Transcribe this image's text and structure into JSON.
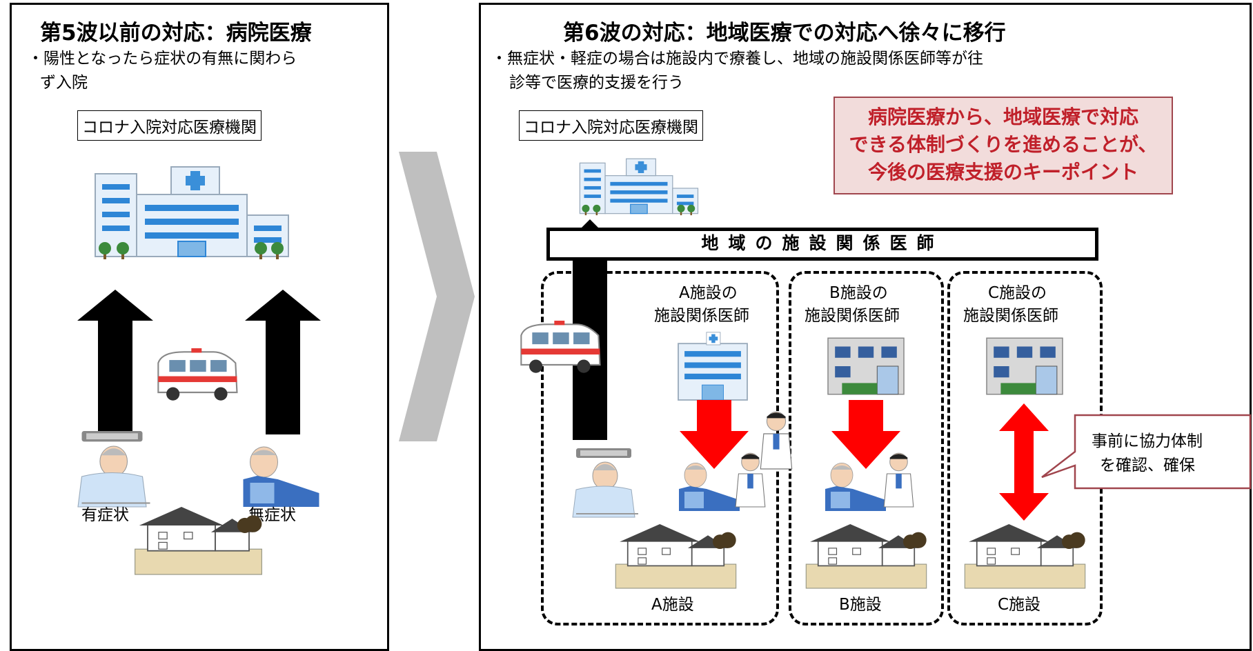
{
  "left_panel": {
    "title": "第5波以前の対応：病院医療",
    "desc_line1": "・陽性となったら症状の有無に関わら",
    "desc_line2": "ず入院",
    "hospital_label": "コロナ入院対応医療機関",
    "symptomatic_label": "有症状",
    "asymptomatic_label": "無症状"
  },
  "right_panel": {
    "title": "第6波の対応：地域医療での対応へ徐々に移行",
    "desc_line1": "・無症状・軽症の場合は施設内で療養し、地域の施設関係医師等が往",
    "desc_line2": "診等で医療的支援を行う",
    "hospital_label": "コロナ入院対応医療機関",
    "keypoint_lines": [
      "病院医療から、地域医療で対応",
      "できる体制づくりを進めることが、",
      "今後の医療支援のキーポイント"
    ],
    "bar_label": "地域の施設関係医師",
    "facilities": [
      {
        "doctor_line1": "A施設の",
        "doctor_line2": "施設関係医師",
        "name": "A施設"
      },
      {
        "doctor_line1": "B施設の",
        "doctor_line2": "施設関係医師",
        "name": "B施設"
      },
      {
        "doctor_line1": "C施設の",
        "doctor_line2": "施設関係医師",
        "name": "C施設"
      }
    ],
    "callout_line1": "事前に協力体制",
    "callout_line2": "を確認、確保"
  },
  "colors": {
    "keypoint_bg": "#f2dcdb",
    "keypoint_border": "#a0454d",
    "keypoint_text": "#c0202a",
    "arrow_red": "#ff0000",
    "chevron_gray": "#bfbfbf",
    "hospital_blue": "#2e86d6",
    "building_beige": "#e8d9b0"
  }
}
